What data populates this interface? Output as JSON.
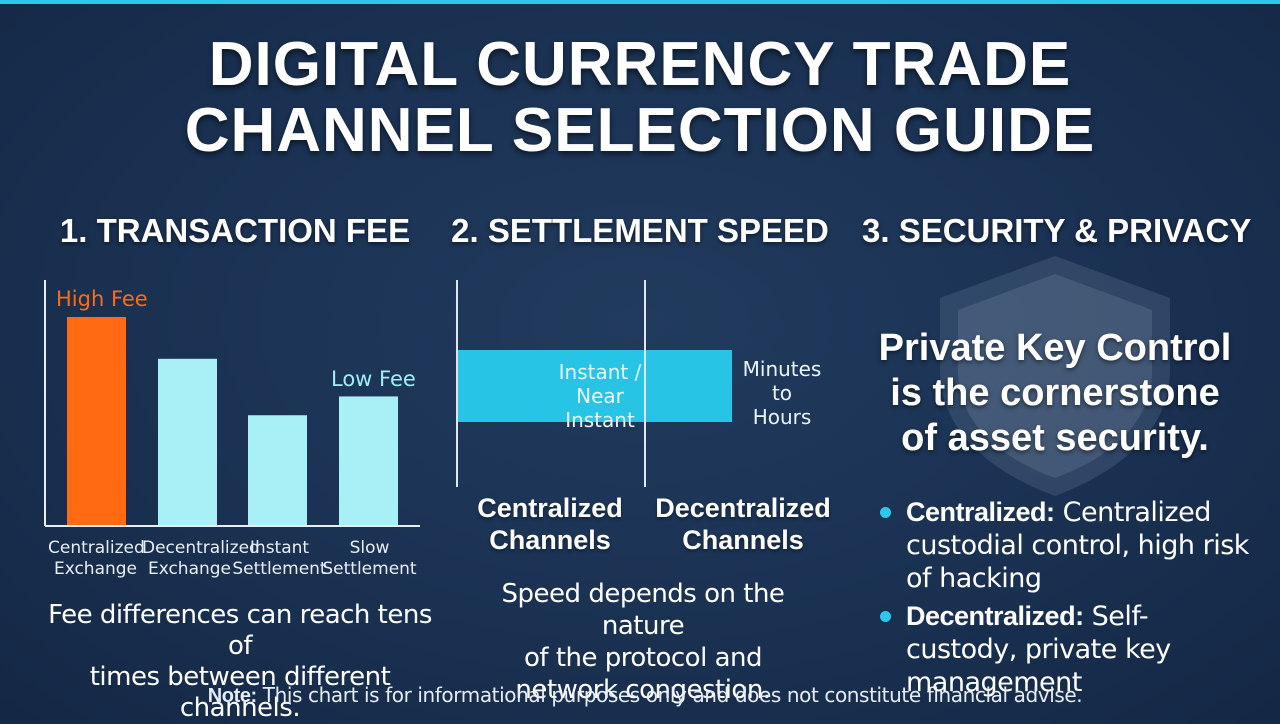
{
  "title": {
    "line1": "DIGITAL CURRENCY TRADE",
    "line2": "CHANNEL SELECTION GUIDE"
  },
  "sections": {
    "fee": {
      "heading": "1. TRANSACTION FEE",
      "high_label": "High Fee",
      "low_label": "Low Fee",
      "caption_line1": "Fee differences can reach tens of",
      "caption_line2": "times between different channels."
    },
    "speed": {
      "heading": "2. SETTLEMENT SPEED",
      "instant_line1": "Instant /",
      "instant_line2": "Near",
      "instant_line3": "Instant",
      "slow_line1": "Minutes",
      "slow_line2": "to",
      "slow_line3": "Hours",
      "centralized_line1": "Centralized",
      "centralized_line2": "Channels",
      "decentralized_line1": "Decentralized",
      "decentralized_line2": "Channels",
      "caption_line1": "Speed depends on the nature",
      "caption_line2": "of the protocol and",
      "caption_line3": "network congestion."
    },
    "security": {
      "heading": "3. SECURITY & PRIVACY",
      "key_line1": "Private Key Control",
      "key_line2": "is the cornerstone",
      "key_line3": "of asset security.",
      "bullets": [
        {
          "label": "Centralized:",
          "text": " Centralized custodial control, high risk of hacking"
        },
        {
          "label": "Decentralized:",
          "text": " Self-custody, private key management"
        }
      ]
    }
  },
  "note": {
    "label": "Note:",
    "text": " This chart is for informational purposes only and does not constitute financial advise."
  },
  "chart_data": {
    "type": "bar",
    "categories": [
      [
        "Centralized",
        "Exchange"
      ],
      [
        "Decentralized",
        "Exchange"
      ],
      [
        "Instant",
        "Settlement"
      ],
      [
        "Slow",
        "Settlement"
      ]
    ],
    "values": [
      100,
      80,
      53,
      62
    ],
    "colors": [
      "#ff6a13",
      "#a8eff6",
      "#a8eff6",
      "#a8eff6"
    ],
    "ylim": [
      0,
      100
    ],
    "title": "",
    "xlabel": "",
    "ylabel": ""
  },
  "colors": {
    "accent": "#2ec7ea",
    "high_fee": "#ff6a13",
    "low_fee_label": "#9feef5",
    "bar": "#a8eff6",
    "background": "#1a3152"
  }
}
